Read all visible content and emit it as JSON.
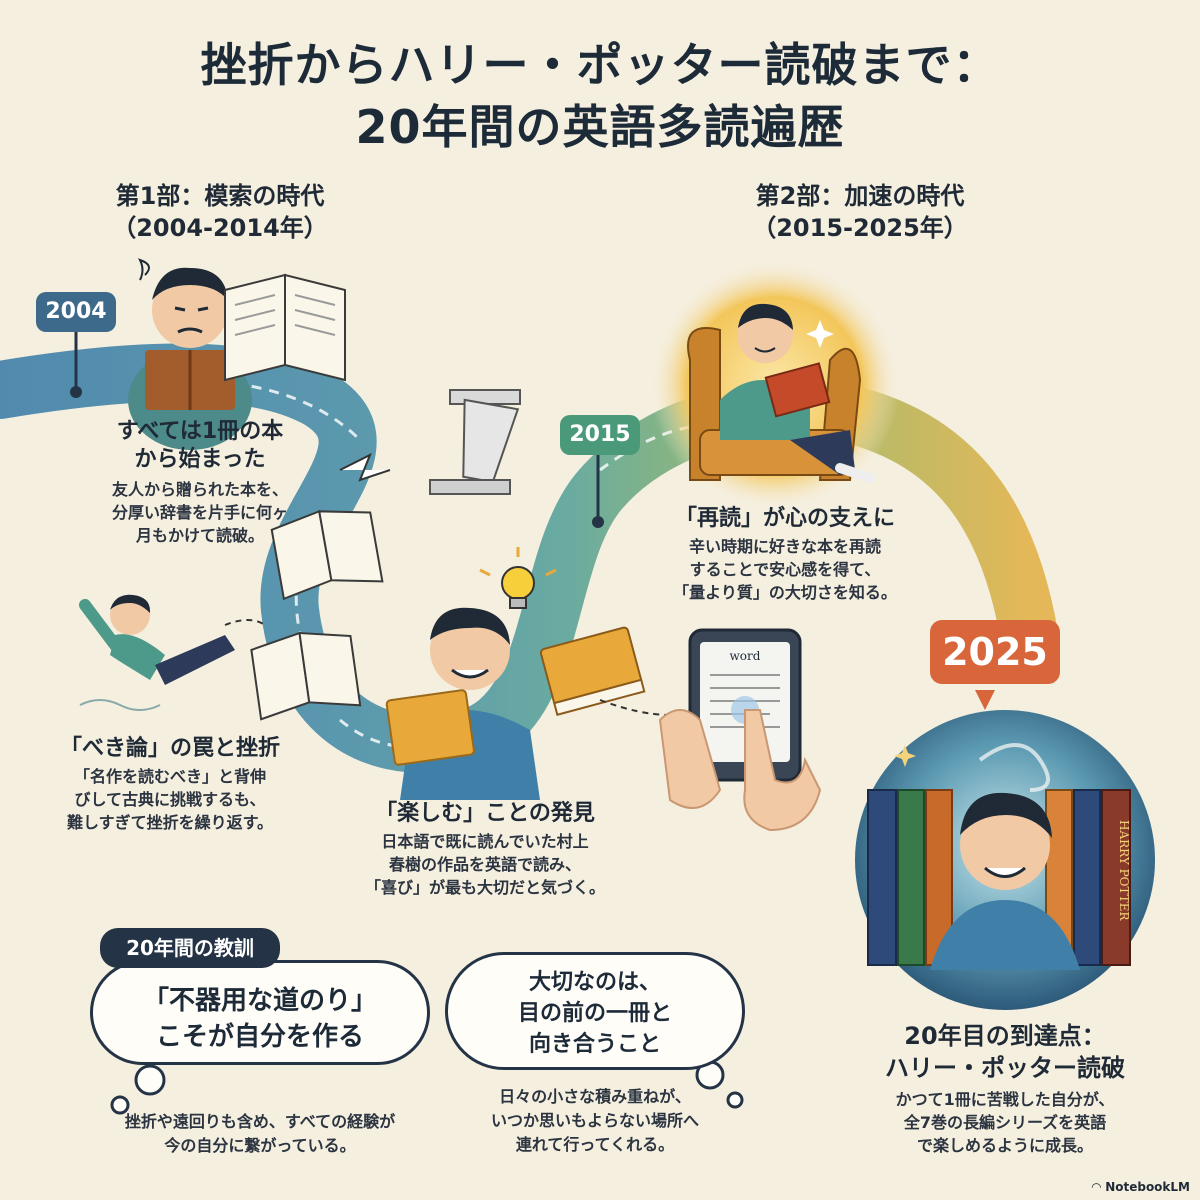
{
  "title": {
    "line1": "挫折からハリー・ポッター読破まで：",
    "line2": "20年間の英語多読遍歴"
  },
  "part1": {
    "name": "第1部：模索の時代",
    "period": "（2004-2014年）"
  },
  "part2": {
    "name": "第2部：加速の時代",
    "period": "（2015-2025年）"
  },
  "years": {
    "start": "2004",
    "mid": "2015",
    "end": "2025"
  },
  "milestones": {
    "beginning": {
      "title_line1": "すべては1冊の本",
      "title_line2": "から始まった",
      "desc_line1": "友人から贈られた本を、",
      "desc_line2": "分厚い辞書を片手に何ヶ",
      "desc_line3": "月もかけて読破。"
    },
    "trap": {
      "title": "「べき論」の罠と挫折",
      "desc_line1": "「名作を読むべき」と背伸",
      "desc_line2": "びして古典に挑戦するも、",
      "desc_line3": "難しすぎて挫折を繰り返す。"
    },
    "enjoy": {
      "title": "「楽しむ」ことの発見",
      "desc_line1": "日本語で既に読んでいた村上",
      "desc_line2": "春樹の作品を英語で読み、",
      "desc_line3": "「喜び」が最も大切だと気づく。"
    },
    "reread": {
      "title": "「再読」が心の支えに",
      "desc_line1": "辛い時期に好きな本を再読",
      "desc_line2": "することで安心感を得て、",
      "desc_line3": "「量より質」の大切さを知る。"
    },
    "goal": {
      "title_line1": "20年目の到達点：",
      "title_line2": "ハリー・ポッター読破",
      "desc_line1": "かつて1冊に苦戦した自分が、",
      "desc_line2": "全7巻の長編シリーズを英語",
      "desc_line3": "で楽しめるように成長。"
    }
  },
  "lessons": {
    "label": "20年間の教訓",
    "bubble1_line1": "「不器用な道のり」",
    "bubble1_line2": "こそが自分を作る",
    "note1_line1": "挫折や遠回りも含め、すべての経験が",
    "note1_line2": "今の自分に繋がっている。",
    "bubble2_line1": "大切なのは、",
    "bubble2_line2": "目の前の一冊と",
    "bubble2_line3": "向き合うこと",
    "note2_line1": "日々の小さな積み重ねが、",
    "note2_line2": "いつか思いもよらない場所へ",
    "note2_line3": "連れて行ってくれる。"
  },
  "ereader_word": "word",
  "book_spine": "HARRY POTTER",
  "brand": "NotebookLM",
  "colors": {
    "navy": "#243446",
    "path_blue": "#3f7fa8",
    "path_teal": "#4a9a93",
    "path_green": "#8db566",
    "path_gold": "#e2b24a",
    "year_2025": "#d9653a",
    "background": "#f5efdf"
  }
}
